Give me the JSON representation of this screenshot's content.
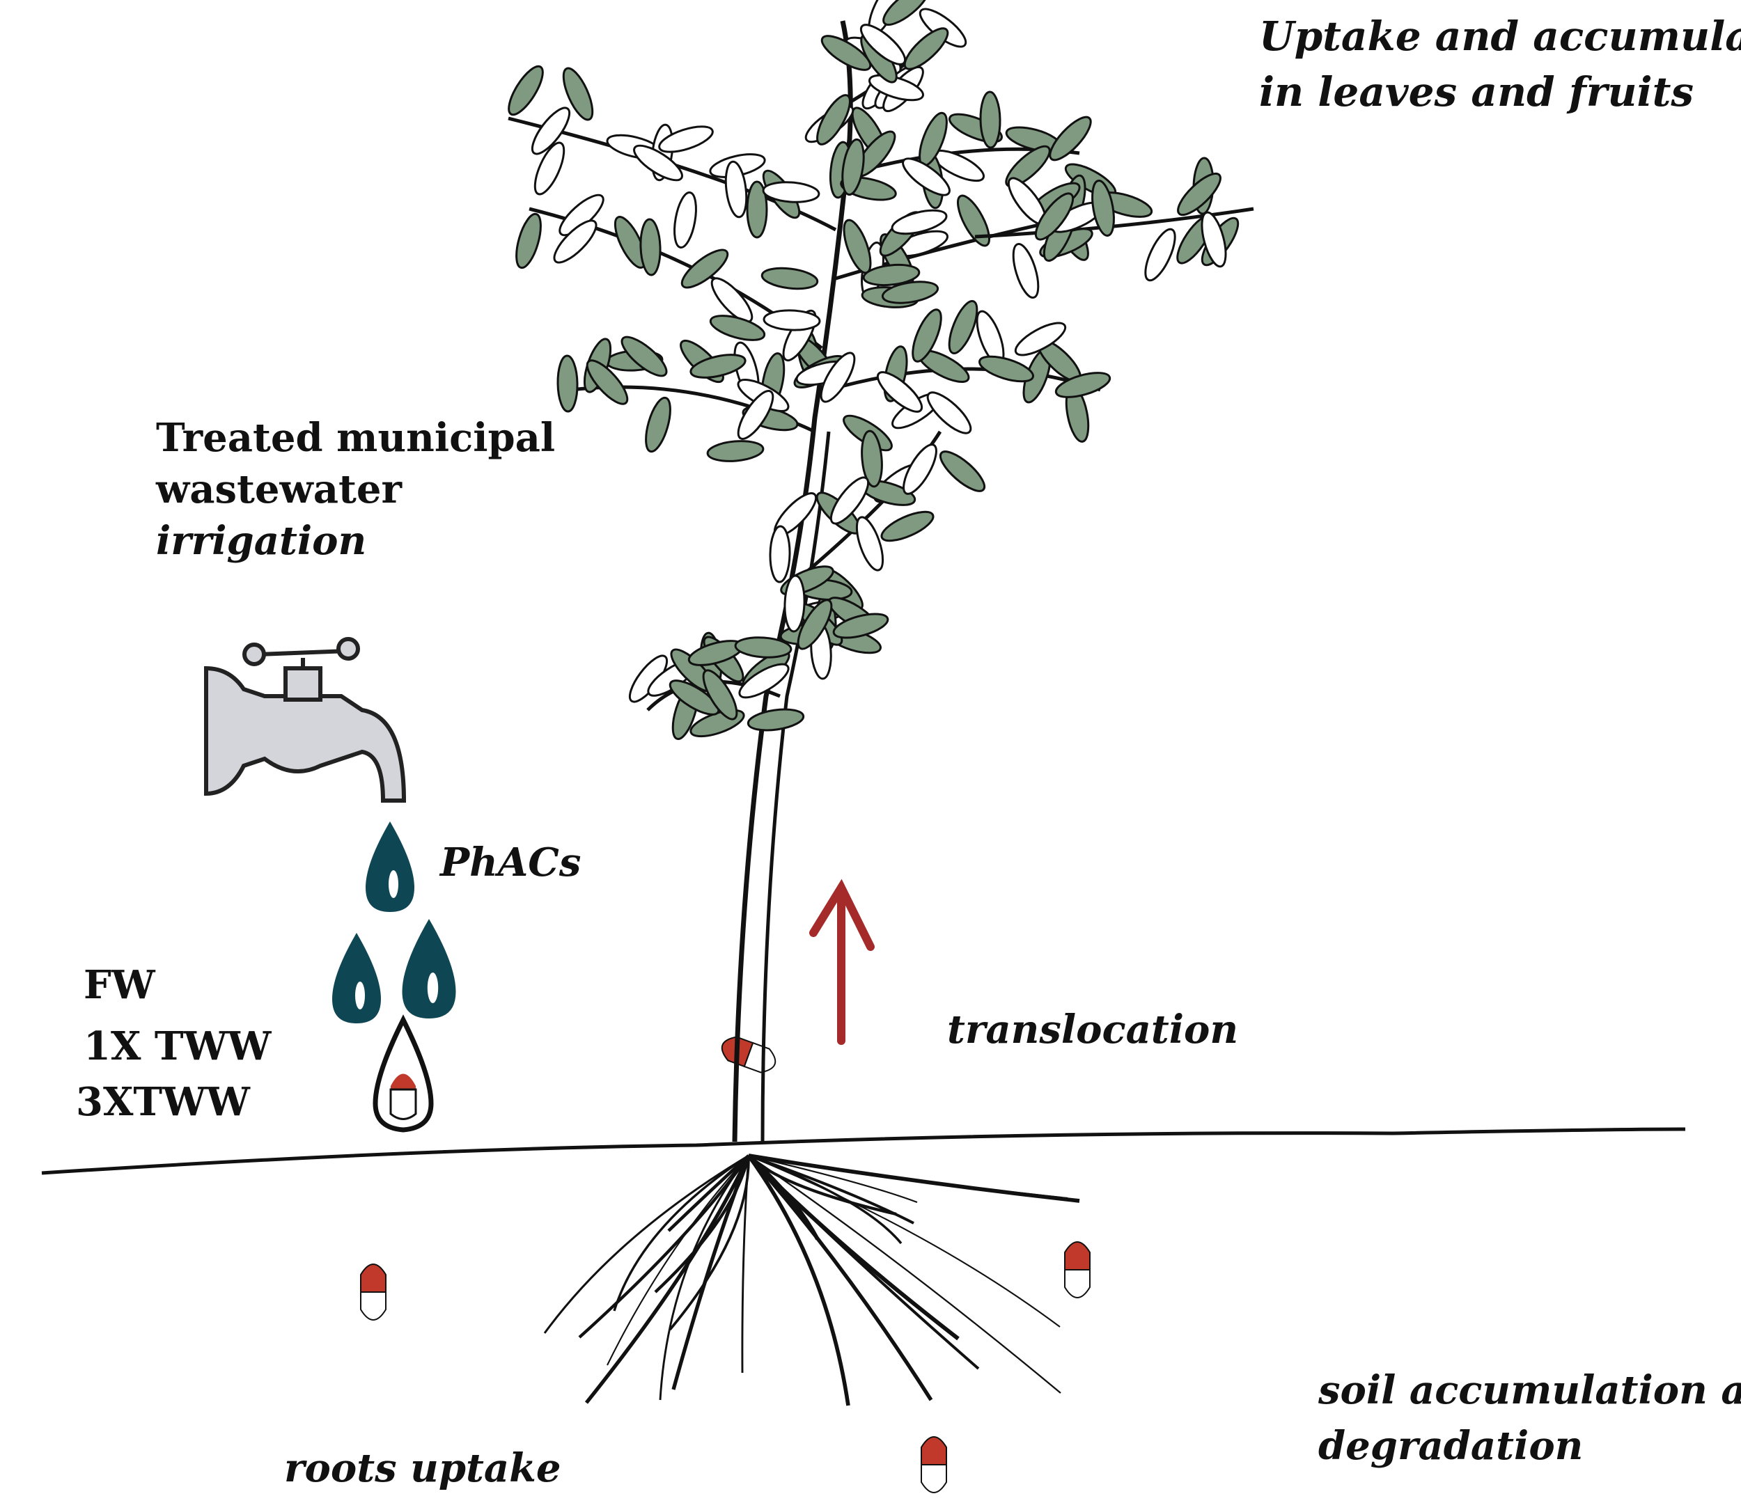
{
  "labels": {
    "uptake_line1": "Uptake and accumulation",
    "uptake_line2": "in leaves and fruits",
    "treated_line1": "Treated municipal",
    "treated_line2": "wastewater",
    "treated_line3": "irrigation",
    "phacs": "PhACs",
    "fw": "FW",
    "tww1": "1X TWW",
    "tww3": "3XTWW",
    "translocation": "translocation",
    "soil_line1": "soil accumulation and",
    "soil_line2": "degradation",
    "roots": "roots uptake"
  },
  "colors": {
    "water_drop": "#0f4654",
    "pill_red": "#c0392b",
    "arrow": "#a52a2a",
    "leaf": "#7f9a80",
    "faucet": "#d3d5da"
  },
  "icons": [
    "faucet-icon",
    "water-drop-icon",
    "pill-icon",
    "up-arrow-icon",
    "olive-tree-illustration"
  ]
}
